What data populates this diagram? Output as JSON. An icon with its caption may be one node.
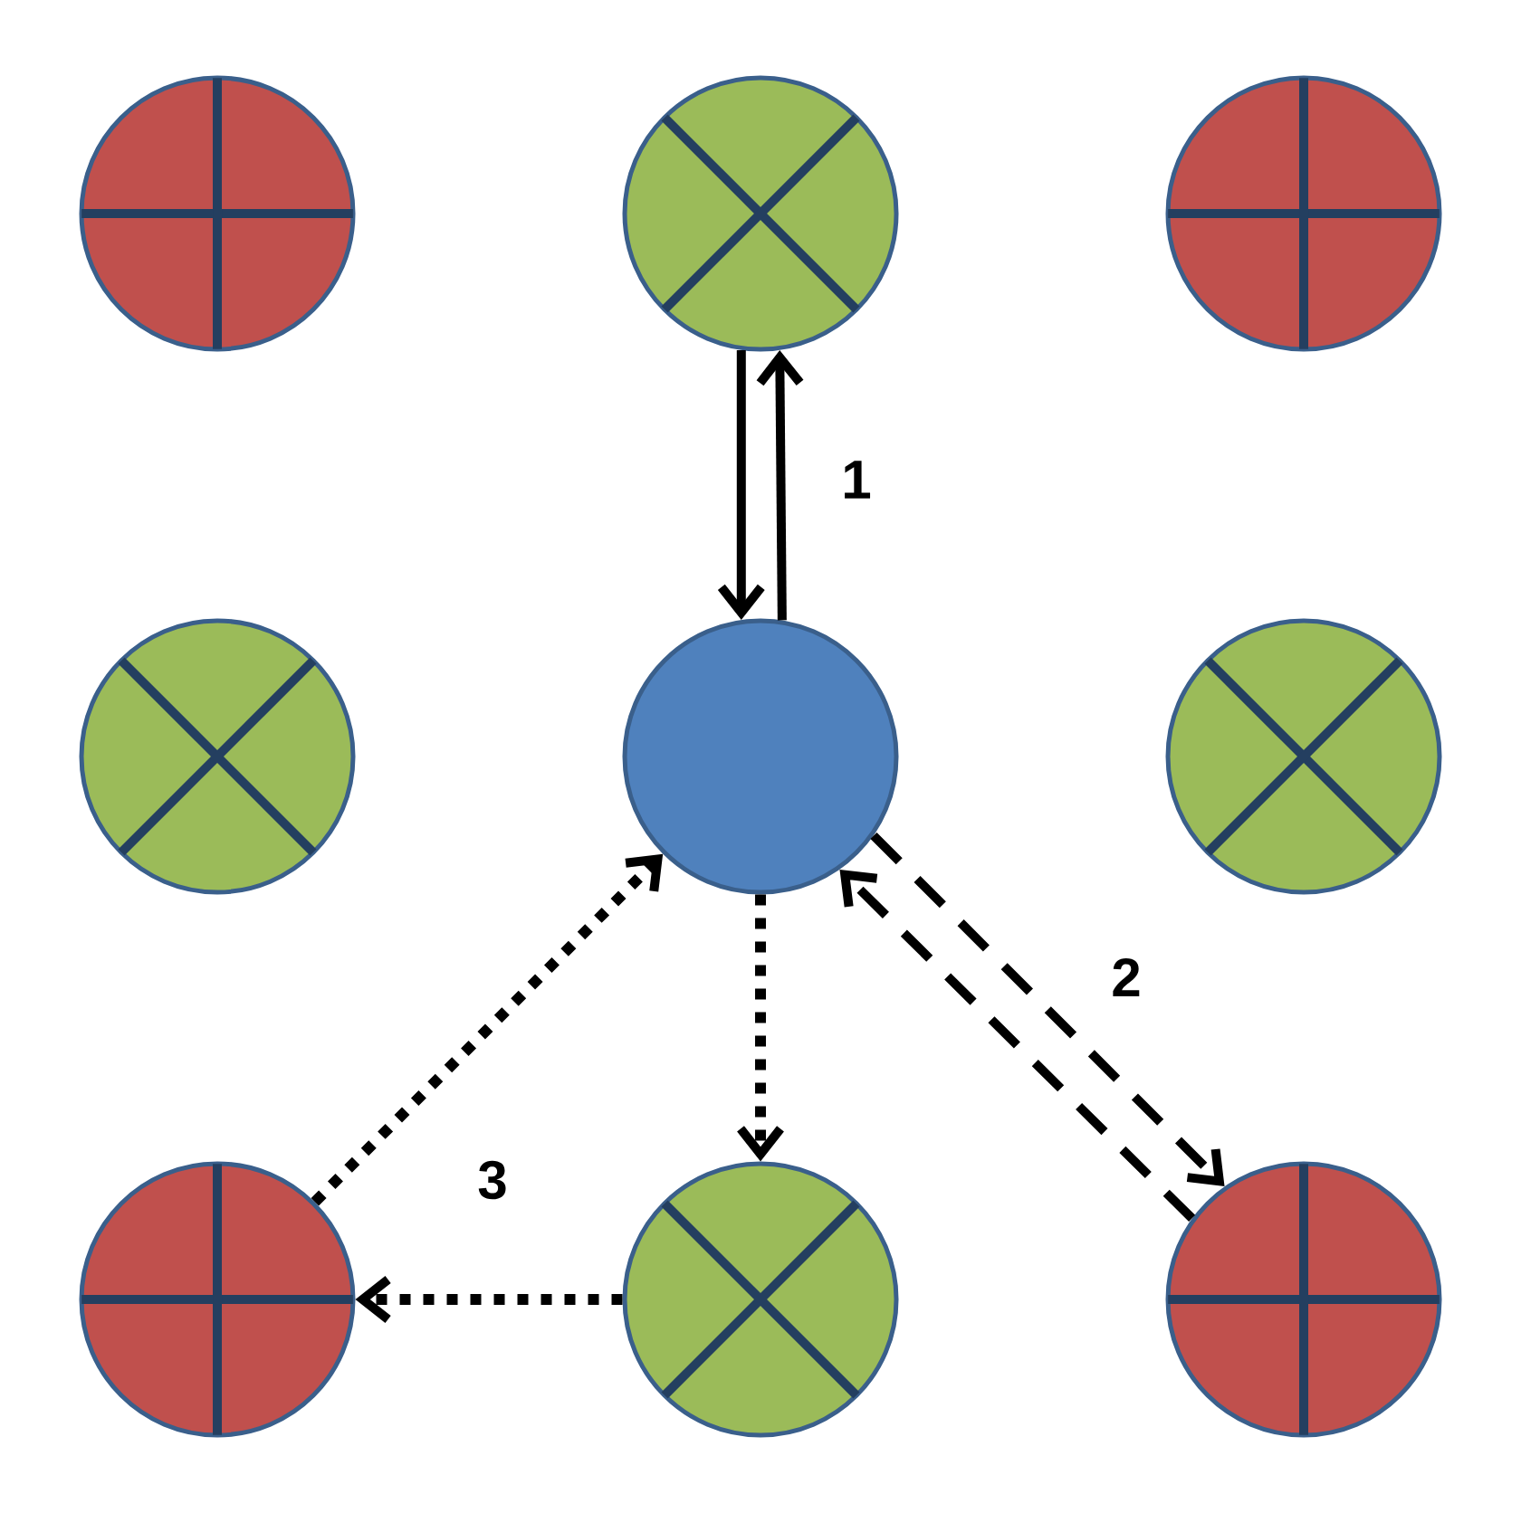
{
  "diagram": {
    "nodes": [
      {
        "text": [],
        "shape": "circle"
      },
      {
        "text": [],
        "shape": "circle"
      },
      {
        "text": [],
        "shape": "circle"
      },
      {
        "text": [],
        "shape": "circle"
      },
      {
        "text": [],
        "shape": "circle"
      },
      {
        "text": [],
        "shape": "circle"
      },
      {
        "text": [],
        "shape": "circle"
      },
      {
        "text": [],
        "shape": "circle"
      },
      {
        "text": [],
        "shape": "circle"
      }
    ],
    "edges": [
      {
        "from": 1,
        "to": 4,
        "arrow": "to",
        "label": "1"
      },
      {
        "from": 4,
        "to": 1,
        "arrow": "to"
      },
      {
        "from": 8,
        "to": 4,
        "arrow": "to",
        "style": "dashed"
      },
      {
        "from": 4,
        "to": 8,
        "arrow": "to",
        "style": "dashed",
        "label": "2"
      },
      {
        "from": 4,
        "to": 7,
        "arrow": "to",
        "style": "dashed"
      },
      {
        "from": 7,
        "to": 6,
        "arrow": "to",
        "style": "dashed"
      },
      {
        "from": 6,
        "to": 4,
        "arrow": "to",
        "style": "dashed",
        "label": "3"
      }
    ]
  }
}
